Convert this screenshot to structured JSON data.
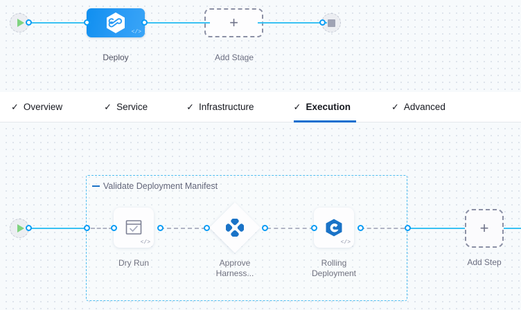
{
  "stage_canvas": {
    "start_node": {
      "name": "pipeline-start",
      "icon": "play-icon"
    },
    "end_node": {
      "name": "pipeline-end",
      "icon": "stop-icon"
    },
    "stages": [
      {
        "label": "Deploy",
        "icon": "harness-hexagon-icon",
        "code_glyph": "</>"
      }
    ],
    "add_stage": {
      "label": "Add Stage",
      "icon": "plus-icon"
    }
  },
  "tabs": [
    {
      "label": "Overview",
      "tick": "✓",
      "active": false
    },
    {
      "label": "Service",
      "tick": "✓",
      "active": false
    },
    {
      "label": "Infrastructure",
      "tick": "✓",
      "active": false
    },
    {
      "label": "Execution",
      "tick": "✓",
      "active": true
    },
    {
      "label": "Advanced",
      "tick": "✓",
      "active": false
    }
  ],
  "step_canvas": {
    "start_node": {
      "name": "execution-start",
      "icon": "play-icon"
    },
    "step_group": {
      "title": "Validate Deployment Manifest",
      "collapse_icon": "collapse-dash-icon"
    },
    "steps": [
      {
        "label": "Dry Run",
        "icon": "checkbox-task-icon",
        "shape": "rounded-square",
        "code_glyph": "</>"
      },
      {
        "label": "Approve\nHarness...",
        "icon": "harness-approval-clover-icon",
        "shape": "diamond",
        "code_glyph": ""
      },
      {
        "label": "Rolling\nDeployment",
        "icon": "rolling-deployment-icon",
        "shape": "rounded-square",
        "code_glyph": "</>"
      }
    ],
    "add_step": {
      "label": "Add Step",
      "icon": "plus-icon"
    }
  },
  "colors": {
    "accent_blue": "#0b6ecf",
    "connector_blue": "#39c1f3",
    "stage_blue": "#2a9bf5",
    "group_border": "#4fbdf0",
    "canvas_bg": "#f7fafc",
    "dashed_gray": "#8b90a5",
    "play_green": "#7fd37f",
    "stop_gray": "#9fa3b4"
  }
}
